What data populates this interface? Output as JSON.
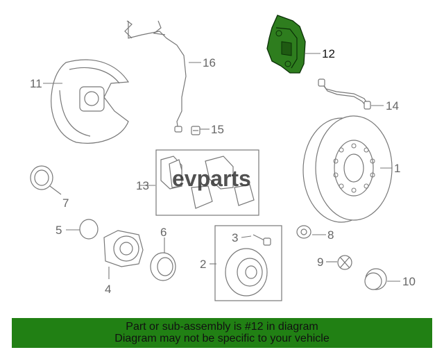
{
  "diagram": {
    "watermark": "evparts",
    "highlight_color": "#2e7d1e",
    "callouts": [
      "1",
      "2",
      "3",
      "4",
      "5",
      "6",
      "7",
      "8",
      "9",
      "10",
      "11",
      "12",
      "13",
      "14",
      "15",
      "16"
    ]
  },
  "banner": {
    "line1": "Part or sub-assembly is #12 in diagram",
    "line2": "Diagram may not be specific to your vehicle",
    "background": "#218014"
  }
}
